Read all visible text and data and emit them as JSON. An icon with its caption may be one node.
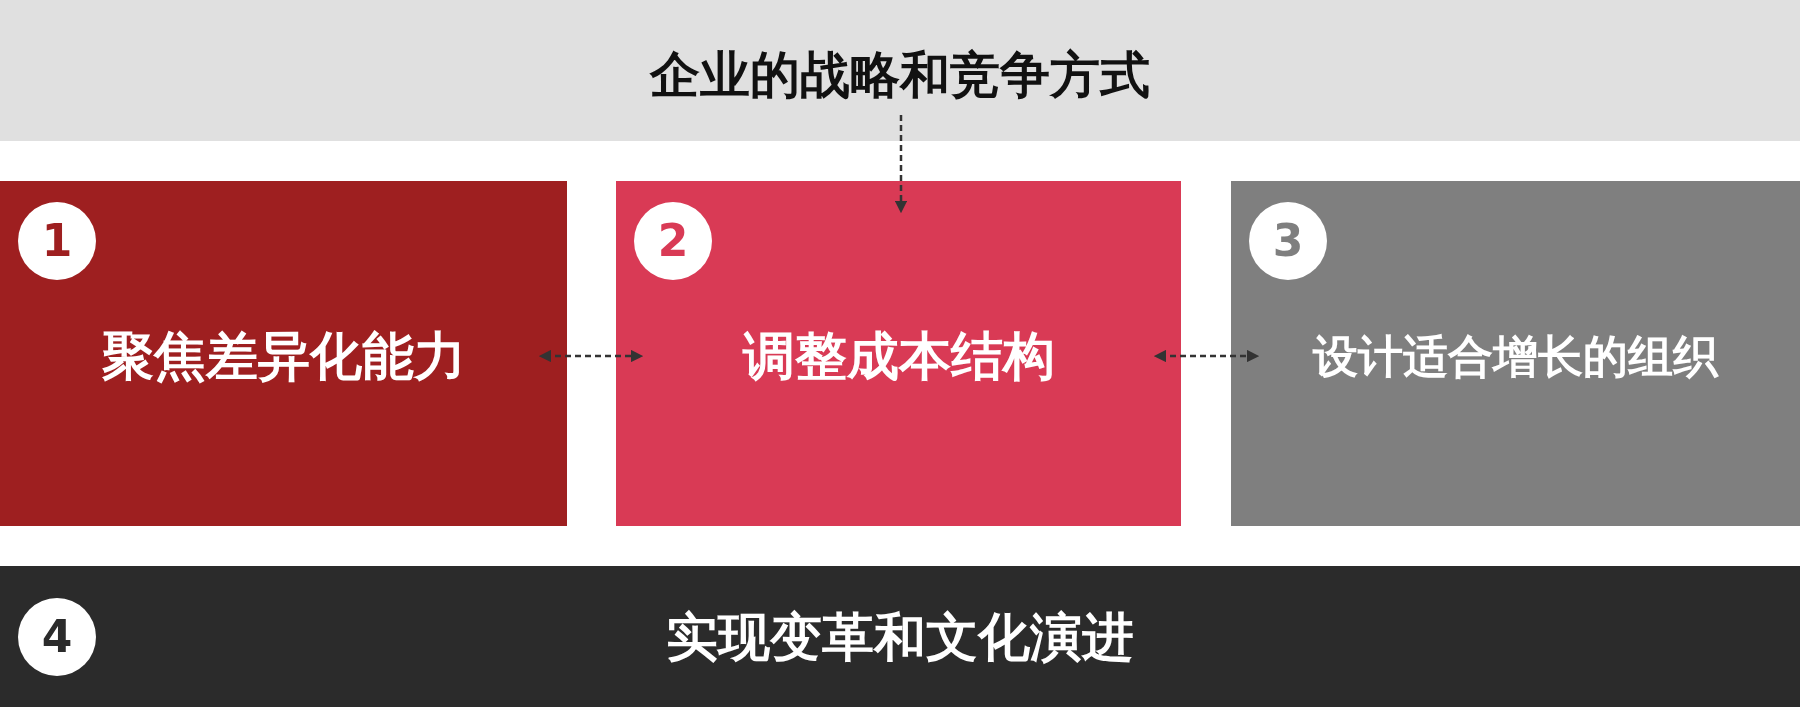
{
  "diagram": {
    "nodes": [
      {
        "text": [
          "企业的战略和竞争方式"
        ]
      },
      {
        "text": [
          "1",
          "聚焦差异化能力"
        ]
      },
      {
        "text": [
          "2",
          "调整成本结构"
        ]
      },
      {
        "text": [
          "3",
          "设计适合增长的组织"
        ]
      },
      {
        "text": [
          "4",
          "实现变革和文化演进"
        ]
      }
    ],
    "edges": [
      {
        "from": 0,
        "to": 2,
        "arrow": "to",
        "style": "dashed"
      },
      {
        "from": 1,
        "to": 2,
        "arrow": "both",
        "style": "dashed"
      },
      {
        "from": 2,
        "to": 3,
        "arrow": "both",
        "style": "dashed"
      }
    ]
  }
}
